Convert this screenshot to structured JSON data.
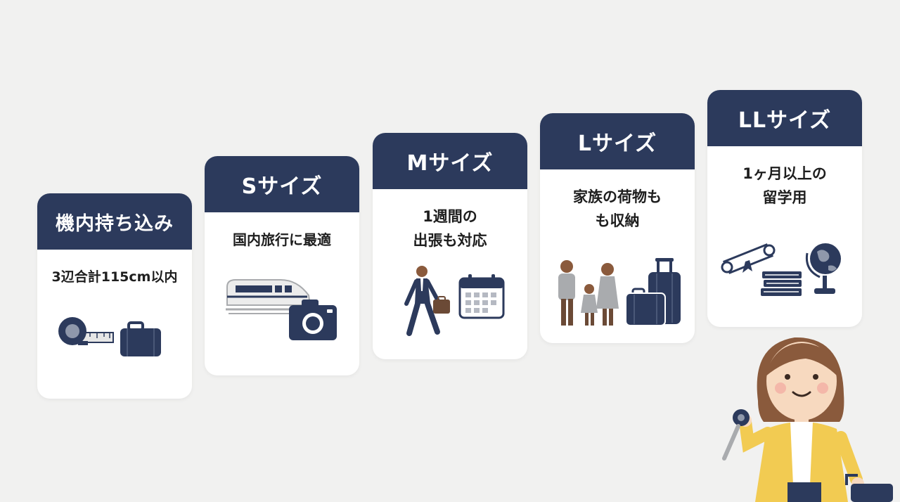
{
  "cards": [
    {
      "title": "機内持ち込み",
      "desc": [
        "3辺合計115cm以内"
      ]
    },
    {
      "title": "Sサイズ",
      "desc": [
        "国内旅行に最適"
      ]
    },
    {
      "title": "Mサイズ",
      "desc": [
        "1週間の",
        "出張も対応"
      ]
    },
    {
      "title": "Lサイズ",
      "desc": [
        "家族の荷物も",
        "も収納"
      ]
    },
    {
      "title": "LLサイズ",
      "desc": [
        "1ヶ月以上の",
        "留学用"
      ]
    }
  ],
  "colors": {
    "header": "#2c3a5c",
    "card": "#ffffff",
    "background": "#f1f1f0",
    "accent_yellow": "#f2cb52",
    "gray_figure": "#a9abae"
  },
  "icons": [
    "tape-measure-icon",
    "suitcase-icon",
    "bullet-train-icon",
    "camera-icon",
    "businessman-walking-icon",
    "calendar-icon",
    "family-icon",
    "luggage-set-icon",
    "diploma-icon",
    "books-icon",
    "globe-icon",
    "woman-with-tape-measure-illustration"
  ]
}
